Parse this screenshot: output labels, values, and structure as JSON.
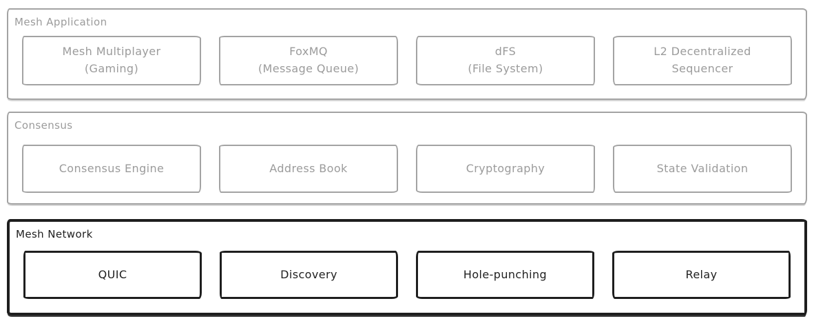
{
  "colors": {
    "muted": "#a3a3a3",
    "muted_text": "#9b9b9b",
    "active": "#1e1e1e",
    "background": "#ffffff"
  },
  "diagram": {
    "layers": [
      {
        "label": "Mesh Application",
        "state": "inactive",
        "boxes": [
          {
            "line1": "Mesh Multiplayer",
            "line2": "(Gaming)"
          },
          {
            "line1": "FoxMQ",
            "line2": "(Message Queue)"
          },
          {
            "line1": "dFS",
            "line2": "(File System)"
          },
          {
            "line1": "L2 Decentralized",
            "line2": "Sequencer"
          }
        ]
      },
      {
        "label": "Consensus",
        "state": "inactive",
        "boxes": [
          {
            "line1": "Consensus Engine",
            "line2": ""
          },
          {
            "line1": "Address Book",
            "line2": ""
          },
          {
            "line1": "Cryptography",
            "line2": ""
          },
          {
            "line1": "State Validation",
            "line2": ""
          }
        ]
      },
      {
        "label": "Mesh Network",
        "state": "active",
        "boxes": [
          {
            "line1": "QUIC",
            "line2": ""
          },
          {
            "line1": "Discovery",
            "line2": ""
          },
          {
            "line1": "Hole-punching",
            "line2": ""
          },
          {
            "line1": "Relay",
            "line2": ""
          }
        ]
      }
    ]
  }
}
